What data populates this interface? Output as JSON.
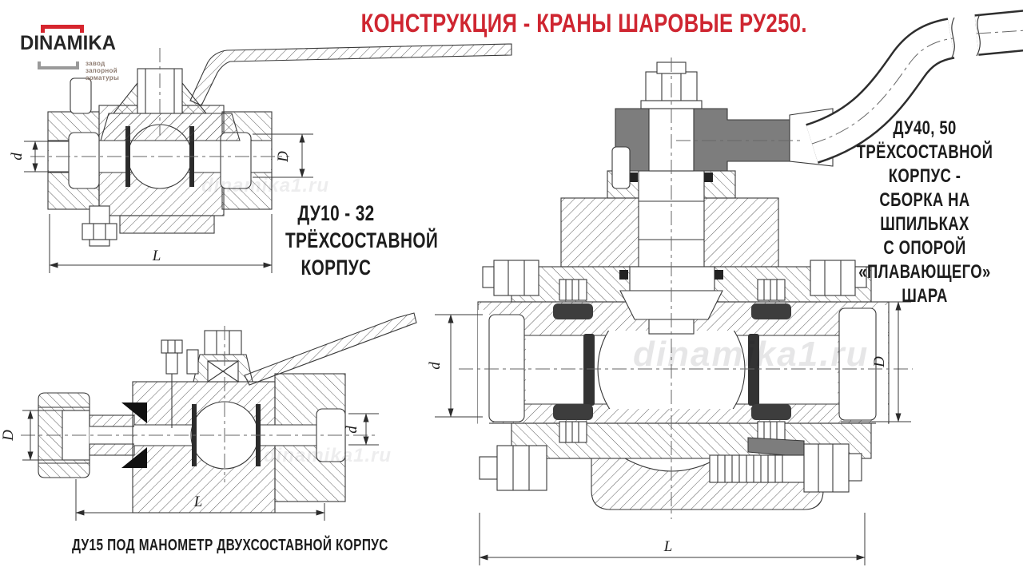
{
  "header": {
    "logo": {
      "name": "DINAMIKA",
      "tagline_lines": [
        "завод",
        "запорной",
        "арматуры"
      ]
    },
    "title": "КОНСТРУКЦИЯ - КРАНЫ ШАРОВЫЕ РУ250."
  },
  "watermark": {
    "text": "dinamika1.ru"
  },
  "drawings": {
    "du10_32": {
      "caption_lines": [
        "ДУ10 - 32",
        "ТРЁХСОСТАВНОЙ",
        "КОРПУС"
      ],
      "dims": {
        "left": "d",
        "right": "D",
        "length": "L"
      }
    },
    "du15": {
      "caption": "ДУ15 ПОД МАНОМЕТР ДВУХСОСТАВНОЙ КОРПУС",
      "dims": {
        "left": "D",
        "right": "d",
        "length": "L"
      }
    },
    "du40_50": {
      "caption_lines": [
        "ДУ40, 50",
        "ТРЁХСОСТАВНОЙ КОРПУС -",
        "СБОРКА НА ШПИЛЬКАХ",
        "С ОПОРОЙ",
        "«ПЛАВАЮЩЕГО» ШАРА"
      ],
      "dims": {
        "left": "d",
        "right": "D",
        "length": "L"
      }
    }
  },
  "colors": {
    "title_red": "#cf2631",
    "logo_red": "#d6252e",
    "logo_gray": "#9a9a9a",
    "line": "#3a3a3a",
    "metal_gray": "#7d7d7d"
  }
}
